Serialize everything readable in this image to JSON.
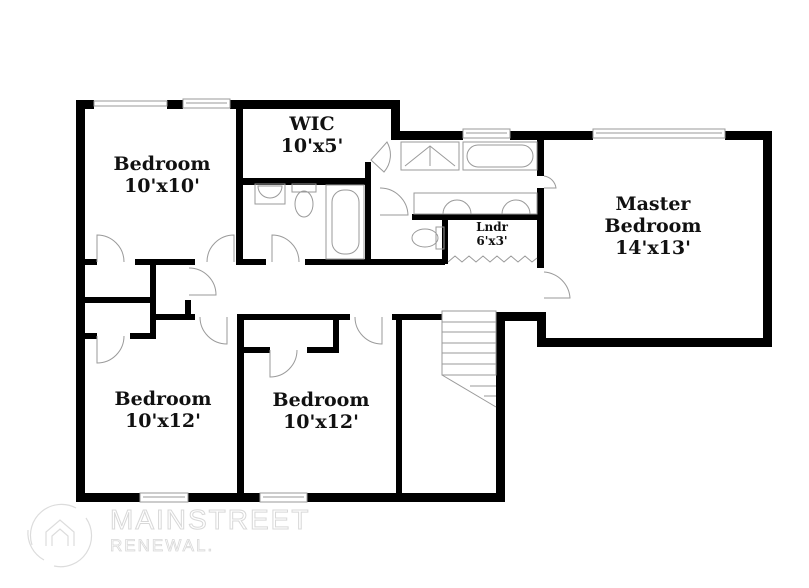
{
  "floorplan": {
    "colors": {
      "wall": "#000000",
      "fixture": "#9a9a9a",
      "background": "#ffffff",
      "watermark": "#d8d8d8"
    },
    "rooms": [
      {
        "id": "bedroom-1",
        "name": "Bedroom",
        "dims": "10'x10'"
      },
      {
        "id": "wic",
        "name": "WIC",
        "dims": "10'x5'"
      },
      {
        "id": "laundry",
        "name": "Lndr",
        "dims": "6'x3'"
      },
      {
        "id": "master",
        "name_line1": "Master",
        "name_line2": "Bedroom",
        "dims": "14'x13'"
      },
      {
        "id": "bedroom-2",
        "name": "Bedroom",
        "dims": "10'x12'"
      },
      {
        "id": "bedroom-3",
        "name": "Bedroom",
        "dims": "10'x12'"
      }
    ]
  },
  "watermark": {
    "line1": "MAINSTREET",
    "line2": "RENEWAL."
  }
}
